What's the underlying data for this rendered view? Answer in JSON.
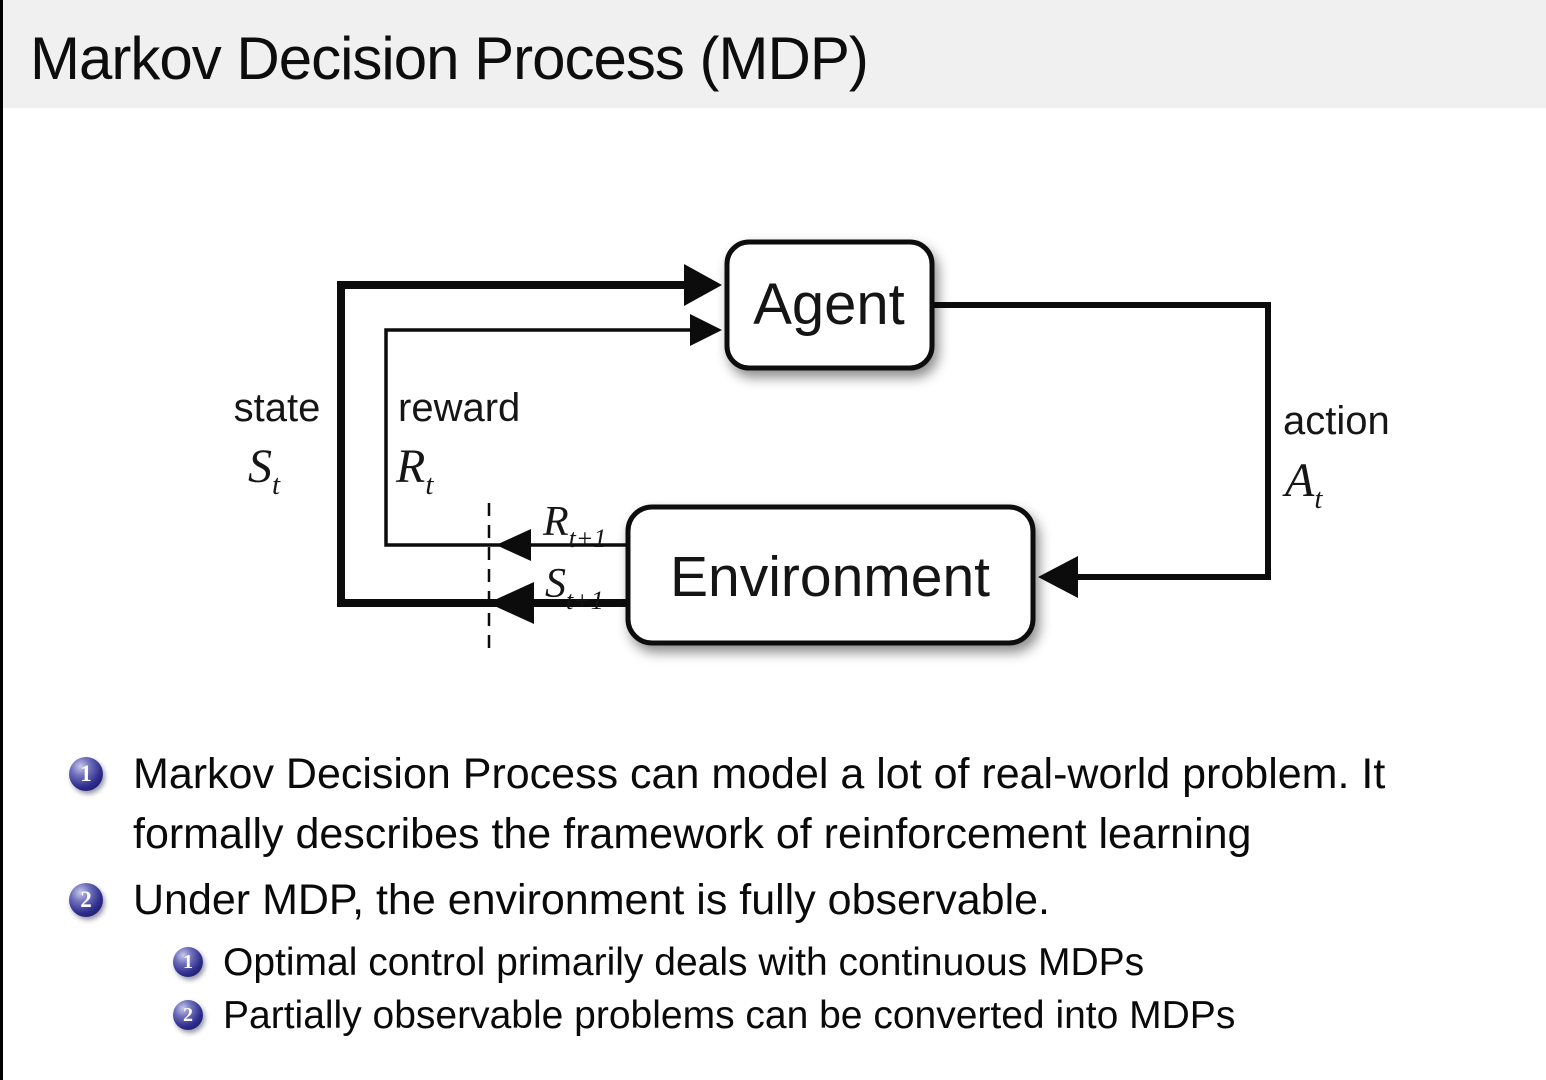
{
  "title": "Markov Decision Process (MDP)",
  "diagram": {
    "agent_label": "Agent",
    "environment_label": "Environment",
    "state_label": "state",
    "state_symbol": "S",
    "state_sub": "t",
    "reward_label": "reward",
    "reward_symbol": "R",
    "reward_sub": "t",
    "next_reward_symbol": "R",
    "next_reward_sub": "t+1",
    "next_state_symbol": "S",
    "next_state_sub": "t+1",
    "action_label": "action",
    "action_symbol": "A",
    "action_sub": "t"
  },
  "bullets": [
    {
      "number": "1",
      "text": "Markov Decision Process can model a lot of real-world problem. It formally describes the framework of reinforcement learning"
    },
    {
      "number": "2",
      "text": "Under MDP, the environment is fully observable.",
      "sub": [
        {
          "number": "1",
          "text": "Optimal control primarily deals with continuous MDPs"
        },
        {
          "number": "2",
          "text": "Partially observable problems can be converted into MDPs"
        }
      ]
    }
  ],
  "colors": {
    "banner_bg": "#f0f0f0",
    "ball_accent": "#2e2e8d",
    "text": "#0b0b0b",
    "diagram_stroke": "#0c0c0c"
  }
}
